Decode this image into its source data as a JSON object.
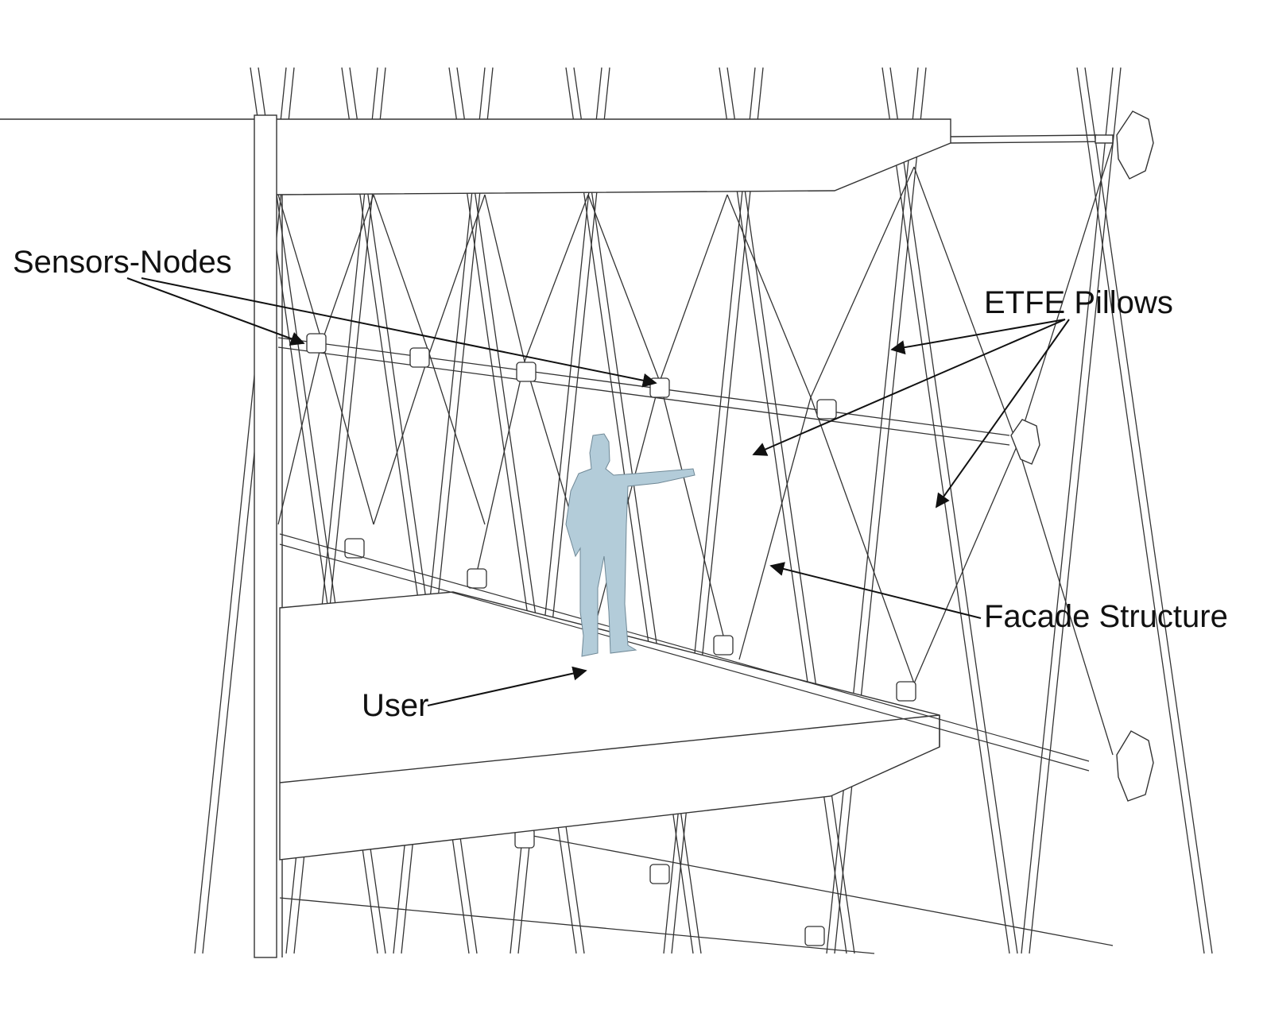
{
  "labels": {
    "sensors_nodes": "Sensors-Nodes",
    "etfe_pillows": "ETFE Pillows",
    "facade_structure": "Facade Structure",
    "user": "User"
  },
  "colors": {
    "line": "#333333",
    "user_fill": "#b3ccd9",
    "background": "#ffffff"
  }
}
